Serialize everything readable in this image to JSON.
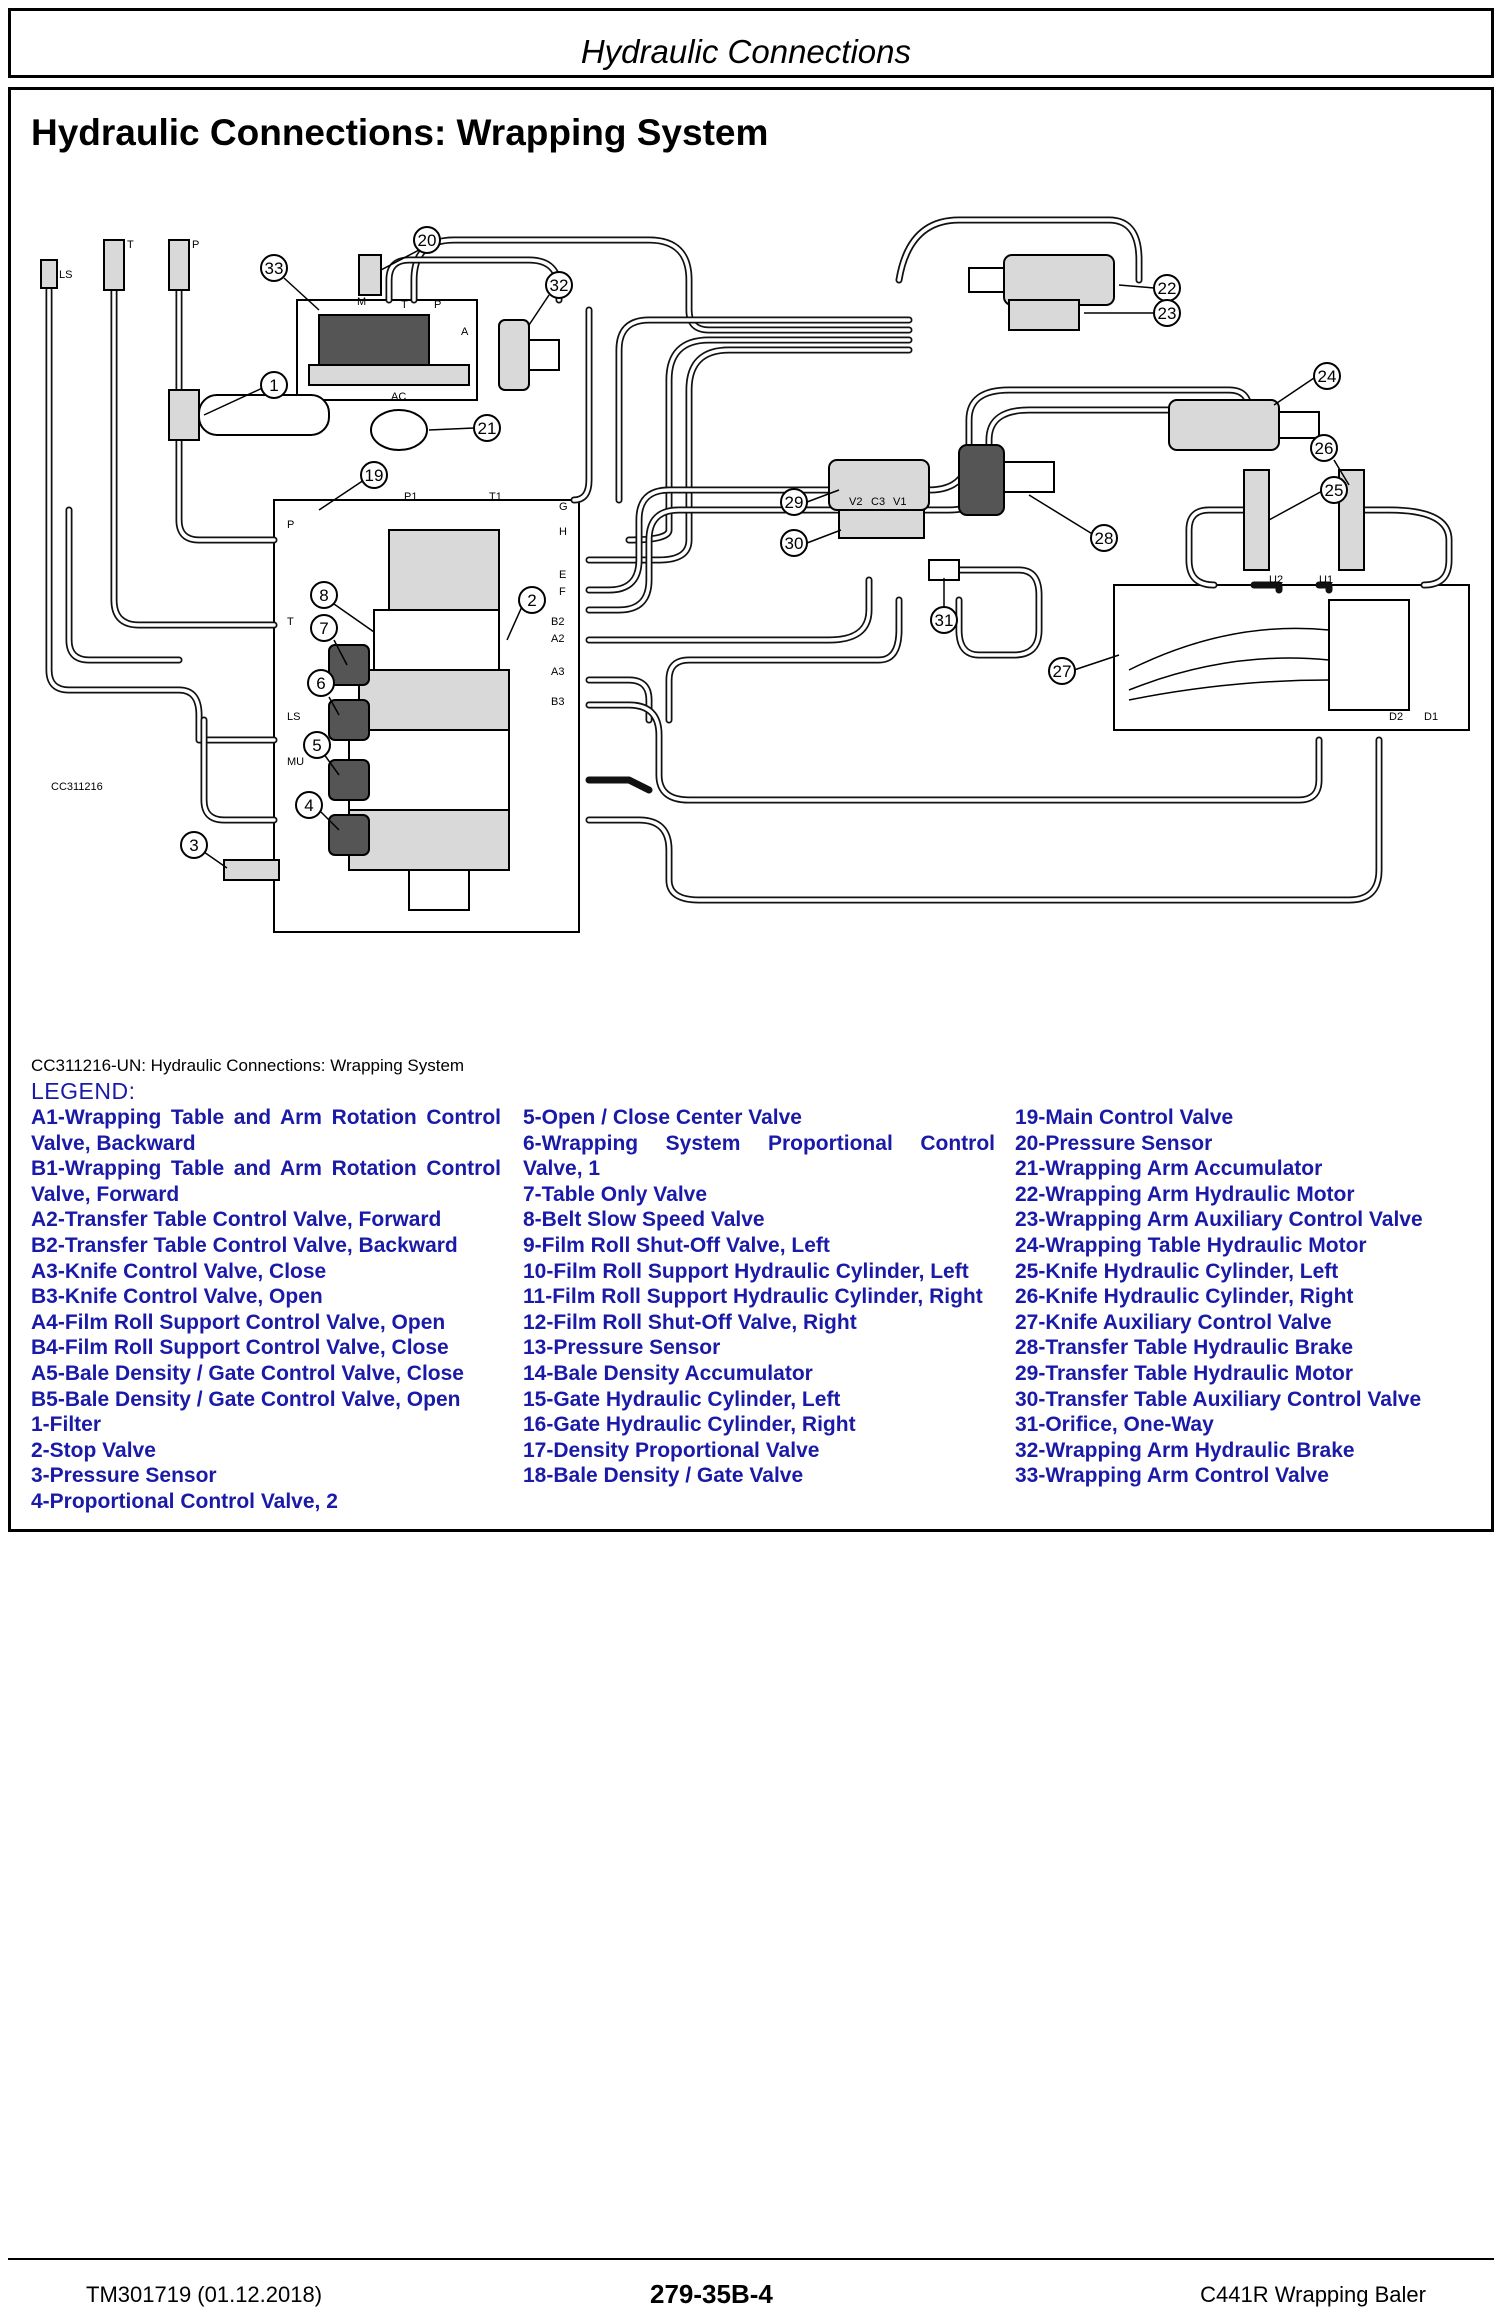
{
  "header": {
    "title": "Hydraulic Connections"
  },
  "section": {
    "title": "Hydraulic Connections: Wrapping System"
  },
  "figure": {
    "image_code": "CC311216",
    "caption": "CC311216-UN: Hydraulic Connections: Wrapping System",
    "callouts": [
      "1",
      "2",
      "3",
      "4",
      "5",
      "6",
      "7",
      "8",
      "19",
      "20",
      "21",
      "22",
      "23",
      "24",
      "25",
      "26",
      "27",
      "28",
      "29",
      "30",
      "31",
      "32",
      "33"
    ],
    "port_labels": [
      "LS",
      "T",
      "P",
      "M",
      "T",
      "P",
      "A",
      "AC",
      "P1",
      "T1",
      "G",
      "H",
      "E",
      "F",
      "B2",
      "A2",
      "A3",
      "B3",
      "P",
      "T",
      "LS",
      "MU",
      "V2",
      "C3",
      "V1",
      "U2",
      "U1",
      "D2",
      "D1"
    ]
  },
  "legend": {
    "heading": "LEGEND:",
    "col1": [
      "A1-Wrapping Table and Arm Rotation Control Valve, Backward",
      "B1-Wrapping Table and Arm Rotation Control Valve, Forward",
      "A2-Transfer Table Control Valve, Forward",
      "B2-Transfer Table Control Valve, Backward",
      "A3-Knife Control Valve, Close",
      "B3-Knife Control Valve, Open",
      "A4-Film Roll Support Control Valve, Open",
      "B4-Film Roll Support Control Valve, Close",
      "A5-Bale Density / Gate Control Valve, Close",
      "B5-Bale Density / Gate Control Valve, Open",
      "1-Filter",
      "2-Stop Valve",
      "3-Pressure Sensor",
      "4-Proportional Control Valve, 2"
    ],
    "col2": [
      "5-Open / Close Center Valve",
      "6-Wrapping System Proportional Control Valve, 1",
      "7-Table Only Valve",
      "8-Belt Slow Speed Valve",
      "9-Film Roll Shut-Off Valve, Left",
      "10-Film Roll Support Hydraulic Cylinder, Left",
      "11-Film Roll Support Hydraulic Cylinder, Right",
      "12-Film Roll Shut-Off Valve, Right",
      "13-Pressure Sensor",
      "14-Bale Density Accumulator",
      "15-Gate Hydraulic Cylinder, Left",
      "16-Gate Hydraulic Cylinder, Right",
      "17-Density Proportional Valve",
      "18-Bale Density / Gate Valve"
    ],
    "col3": [
      "19-Main Control Valve",
      "20-Pressure Sensor",
      "21-Wrapping Arm Accumulator",
      "22-Wrapping Arm Hydraulic Motor",
      "23-Wrapping Arm Auxiliary Control Valve",
      "24-Wrapping Table Hydraulic Motor",
      "25-Knife Hydraulic Cylinder, Left",
      "26-Knife Hydraulic Cylinder, Right",
      "27-Knife Auxiliary Control Valve",
      "28-Transfer Table Hydraulic Brake",
      "29-Transfer Table Hydraulic Motor",
      "30-Transfer Table Auxiliary Control Valve",
      "31-Orifice, One-Way",
      "32-Wrapping Arm Hydraulic Brake",
      "33-Wrapping Arm Control Valve"
    ]
  },
  "footer": {
    "doc_id": "TM301719 (01.12.2018)",
    "page_number": "279-35B-4",
    "model": "C441R Wrapping Baler"
  }
}
